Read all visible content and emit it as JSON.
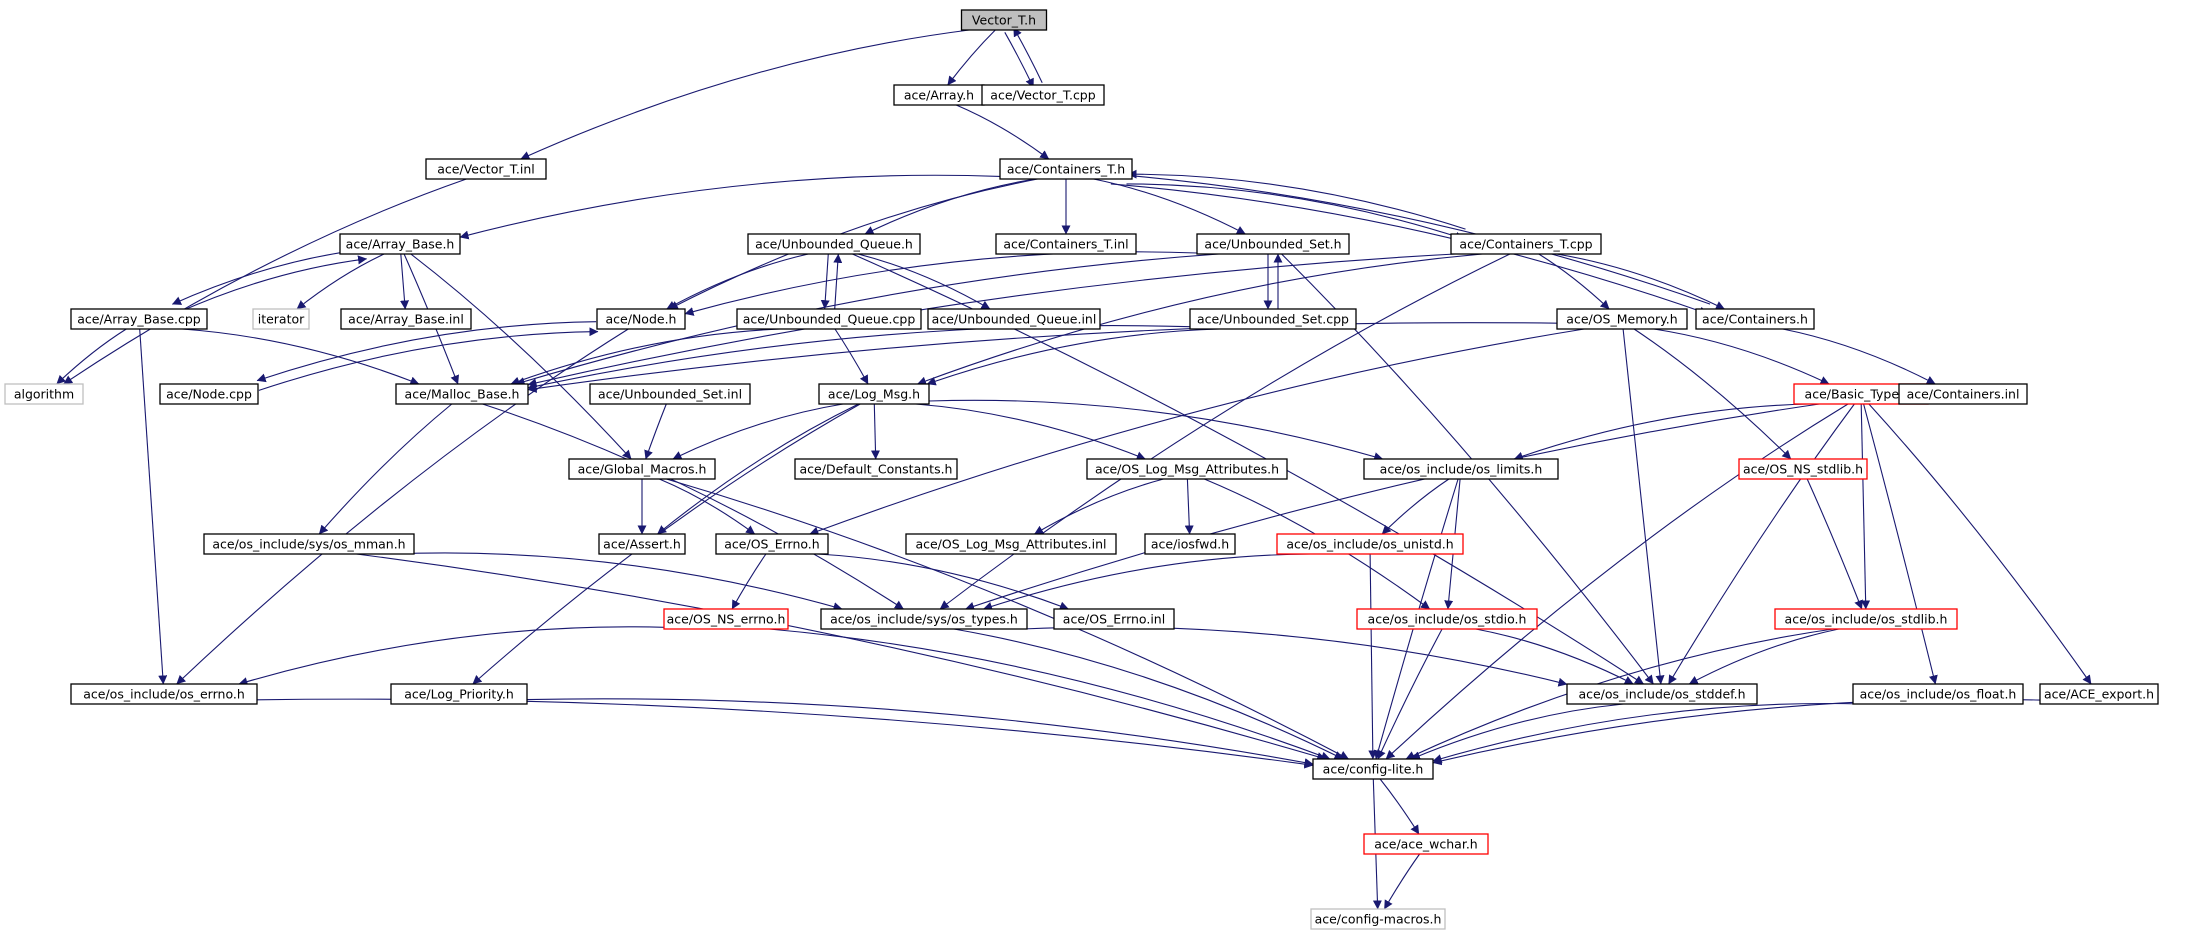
{
  "diagram": {
    "title": "",
    "colors": {
      "edge": "#191970",
      "root_fill": "#bfbfbf",
      "normal_border": "#000000",
      "truncated_border": "#ff0000",
      "external_border": "#bfbfbf"
    },
    "nodes": [
      {
        "id": "vector_t_h",
        "label": "Vector_T.h",
        "kind": "root"
      },
      {
        "id": "array_h",
        "label": "ace/Array.h",
        "kind": "normal"
      },
      {
        "id": "vector_t_cpp",
        "label": "ace/Vector_T.cpp",
        "kind": "normal"
      },
      {
        "id": "vector_t_inl",
        "label": "ace/Vector_T.inl",
        "kind": "normal"
      },
      {
        "id": "containers_t_h",
        "label": "ace/Containers_T.h",
        "kind": "normal"
      },
      {
        "id": "algorithm",
        "label": "algorithm",
        "kind": "external"
      },
      {
        "id": "array_base_h",
        "label": "ace/Array_Base.h",
        "kind": "normal"
      },
      {
        "id": "unbounded_queue_h",
        "label": "ace/Unbounded_Queue.h",
        "kind": "normal"
      },
      {
        "id": "containers_t_inl",
        "label": "ace/Containers_T.inl",
        "kind": "normal"
      },
      {
        "id": "unbounded_set_h",
        "label": "ace/Unbounded_Set.h",
        "kind": "normal"
      },
      {
        "id": "containers_t_cpp",
        "label": "ace/Containers_T.cpp",
        "kind": "normal"
      },
      {
        "id": "array_base_cpp",
        "label": "ace/Array_Base.cpp",
        "kind": "normal"
      },
      {
        "id": "iterator",
        "label": "iterator",
        "kind": "external"
      },
      {
        "id": "array_base_inl",
        "label": "ace/Array_Base.inl",
        "kind": "normal"
      },
      {
        "id": "node_h",
        "label": "ace/Node.h",
        "kind": "normal"
      },
      {
        "id": "unbounded_queue_cpp",
        "label": "ace/Unbounded_Queue.cpp",
        "kind": "normal"
      },
      {
        "id": "unbounded_queue_inl",
        "label": "ace/Unbounded_Queue.inl",
        "kind": "normal"
      },
      {
        "id": "unbounded_set_cpp",
        "label": "ace/Unbounded_Set.cpp",
        "kind": "normal"
      },
      {
        "id": "os_memory_h",
        "label": "ace/OS_Memory.h",
        "kind": "normal"
      },
      {
        "id": "containers_h",
        "label": "ace/Containers.h",
        "kind": "normal"
      },
      {
        "id": "node_cpp",
        "label": "ace/Node.cpp",
        "kind": "normal"
      },
      {
        "id": "malloc_base_h",
        "label": "ace/Malloc_Base.h",
        "kind": "normal"
      },
      {
        "id": "unbounded_set_inl",
        "label": "ace/Unbounded_Set.inl",
        "kind": "normal"
      },
      {
        "id": "log_msg_h",
        "label": "ace/Log_Msg.h",
        "kind": "normal"
      },
      {
        "id": "basic_types_h",
        "label": "ace/Basic_Types.h",
        "kind": "truncated"
      },
      {
        "id": "containers_inl",
        "label": "ace/Containers.inl",
        "kind": "normal"
      },
      {
        "id": "global_macros_h",
        "label": "ace/Global_Macros.h",
        "kind": "normal"
      },
      {
        "id": "default_constants_h",
        "label": "ace/Default_Constants.h",
        "kind": "normal"
      },
      {
        "id": "os_log_msg_attributes_h",
        "label": "ace/OS_Log_Msg_Attributes.h",
        "kind": "normal"
      },
      {
        "id": "os_limits_h",
        "label": "ace/os_include/os_limits.h",
        "kind": "normal"
      },
      {
        "id": "os_ns_stdlib_h",
        "label": "ace/OS_NS_stdlib.h",
        "kind": "truncated"
      },
      {
        "id": "os_mman_h",
        "label": "ace/os_include/sys/os_mman.h",
        "kind": "normal"
      },
      {
        "id": "assert_h",
        "label": "ace/Assert.h",
        "kind": "normal"
      },
      {
        "id": "os_errno_h_ace",
        "label": "ace/OS_Errno.h",
        "kind": "normal"
      },
      {
        "id": "os_log_msg_attributes_inl",
        "label": "ace/OS_Log_Msg_Attributes.inl",
        "kind": "normal"
      },
      {
        "id": "iosfwd_h",
        "label": "ace/iosfwd.h",
        "kind": "normal"
      },
      {
        "id": "os_unistd_h",
        "label": "ace/os_include/os_unistd.h",
        "kind": "truncated"
      },
      {
        "id": "os_ns_errno_h",
        "label": "ace/OS_NS_errno.h",
        "kind": "truncated"
      },
      {
        "id": "os_types_h",
        "label": "ace/os_include/sys/os_types.h",
        "kind": "normal"
      },
      {
        "id": "os_errno_inl",
        "label": "ace/OS_Errno.inl",
        "kind": "normal"
      },
      {
        "id": "os_stdio_h",
        "label": "ace/os_include/os_stdio.h",
        "kind": "truncated"
      },
      {
        "id": "os_stdlib_h",
        "label": "ace/os_include/os_stdlib.h",
        "kind": "truncated"
      },
      {
        "id": "os_errno_h",
        "label": "ace/os_include/os_errno.h",
        "kind": "normal"
      },
      {
        "id": "log_priority_h",
        "label": "ace/Log_Priority.h",
        "kind": "normal"
      },
      {
        "id": "os_stddef_h",
        "label": "ace/os_include/os_stddef.h",
        "kind": "normal"
      },
      {
        "id": "os_float_h",
        "label": "ace/os_include/os_float.h",
        "kind": "normal"
      },
      {
        "id": "ace_export_h",
        "label": "ace/ACE_export.h",
        "kind": "normal"
      },
      {
        "id": "config_lite_h",
        "label": "ace/config-lite.h",
        "kind": "normal"
      },
      {
        "id": "ace_wchar_h",
        "label": "ace/ace_wchar.h",
        "kind": "truncated"
      },
      {
        "id": "config_macros_h",
        "label": "ace/config-macros.h",
        "kind": "external"
      }
    ],
    "edges": [
      {
        "from": "vector_t_h",
        "to": "array_h"
      },
      {
        "from": "vector_t_h",
        "to": "vector_t_cpp"
      },
      {
        "from": "vector_t_cpp",
        "to": "vector_t_h"
      },
      {
        "from": "vector_t_h",
        "to": "vector_t_inl"
      },
      {
        "from": "vector_t_inl",
        "to": "algorithm"
      },
      {
        "from": "array_h",
        "to": "containers_t_h"
      },
      {
        "from": "containers_t_h",
        "to": "array_base_h"
      },
      {
        "from": "containers_t_h",
        "to": "unbounded_queue_h"
      },
      {
        "from": "containers_t_h",
        "to": "containers_t_inl"
      },
      {
        "from": "containers_t_h",
        "to": "unbounded_set_h"
      },
      {
        "from": "containers_t_h",
        "to": "containers_t_cpp"
      },
      {
        "from": "containers_t_h",
        "to": "node_h"
      },
      {
        "from": "containers_t_h",
        "to": "containers_h"
      },
      {
        "from": "containers_t_cpp",
        "to": "containers_t_h"
      },
      {
        "from": "containers_h",
        "to": "containers_t_h"
      },
      {
        "from": "array_base_h",
        "to": "array_base_cpp"
      },
      {
        "from": "array_base_cpp",
        "to": "array_base_h"
      },
      {
        "from": "array_base_h",
        "to": "iterator"
      },
      {
        "from": "array_base_h",
        "to": "array_base_inl"
      },
      {
        "from": "array_base_h",
        "to": "malloc_base_h"
      },
      {
        "from": "array_base_h",
        "to": "global_macros_h"
      },
      {
        "from": "array_base_cpp",
        "to": "algorithm"
      },
      {
        "from": "array_base_cpp",
        "to": "malloc_base_h"
      },
      {
        "from": "array_base_cpp",
        "to": "os_errno_h"
      },
      {
        "from": "unbounded_queue_h",
        "to": "node_h"
      },
      {
        "from": "unbounded_queue_h",
        "to": "unbounded_queue_cpp"
      },
      {
        "from": "unbounded_queue_cpp",
        "to": "unbounded_queue_h"
      },
      {
        "from": "unbounded_queue_h",
        "to": "unbounded_queue_inl"
      },
      {
        "from": "unbounded_queue_h",
        "to": "os_stddef_h"
      },
      {
        "from": "unbounded_set_h",
        "to": "node_h"
      },
      {
        "from": "unbounded_set_h",
        "to": "unbounded_set_cpp"
      },
      {
        "from": "unbounded_set_cpp",
        "to": "unbounded_set_h"
      },
      {
        "from": "unbounded_set_h",
        "to": "malloc_base_h"
      },
      {
        "from": "unbounded_set_h",
        "to": "os_stddef_h"
      },
      {
        "from": "containers_t_cpp",
        "to": "malloc_base_h"
      },
      {
        "from": "containers_t_cpp",
        "to": "os_memory_h"
      },
      {
        "from": "containers_t_cpp",
        "to": "containers_h"
      },
      {
        "from": "containers_t_cpp",
        "to": "log_msg_h"
      },
      {
        "from": "containers_t_cpp",
        "to": "os_types_h"
      },
      {
        "from": "containers_h",
        "to": "containers_inl"
      },
      {
        "from": "node_h",
        "to": "node_cpp"
      },
      {
        "from": "node_cpp",
        "to": "node_h"
      },
      {
        "from": "node_h",
        "to": "os_errno_h"
      },
      {
        "from": "unbounded_queue_cpp",
        "to": "malloc_base_h"
      },
      {
        "from": "unbounded_queue_cpp",
        "to": "log_msg_h"
      },
      {
        "from": "unbounded_set_cpp",
        "to": "malloc_base_h"
      },
      {
        "from": "unbounded_set_cpp",
        "to": "log_msg_h"
      },
      {
        "from": "os_memory_h",
        "to": "malloc_base_h"
      },
      {
        "from": "os_memory_h",
        "to": "basic_types_h"
      },
      {
        "from": "os_memory_h",
        "to": "os_ns_stdlib_h"
      },
      {
        "from": "os_memory_h",
        "to": "os_errno_h_ace"
      },
      {
        "from": "os_memory_h",
        "to": "os_stddef_h"
      },
      {
        "from": "malloc_base_h",
        "to": "os_mman_h"
      },
      {
        "from": "malloc_base_h",
        "to": "os_types_h"
      },
      {
        "from": "unbounded_set_inl",
        "to": "global_macros_h"
      },
      {
        "from": "log_msg_h",
        "to": "global_macros_h"
      },
      {
        "from": "log_msg_h",
        "to": "default_constants_h"
      },
      {
        "from": "log_msg_h",
        "to": "os_log_msg_attributes_h"
      },
      {
        "from": "log_msg_h",
        "to": "os_limits_h"
      },
      {
        "from": "log_msg_h",
        "to": "assert_h"
      },
      {
        "from": "log_msg_h",
        "to": "log_priority_h"
      },
      {
        "from": "basic_types_h",
        "to": "os_limits_h"
      },
      {
        "from": "basic_types_h",
        "to": "os_types_h"
      },
      {
        "from": "basic_types_h",
        "to": "os_stdlib_h"
      },
      {
        "from": "basic_types_h",
        "to": "os_stddef_h"
      },
      {
        "from": "basic_types_h",
        "to": "os_float_h"
      },
      {
        "from": "basic_types_h",
        "to": "ace_export_h"
      },
      {
        "from": "basic_types_h",
        "to": "config_lite_h"
      },
      {
        "from": "global_macros_h",
        "to": "assert_h"
      },
      {
        "from": "global_macros_h",
        "to": "os_errno_h_ace"
      },
      {
        "from": "global_macros_h",
        "to": "config_lite_h"
      },
      {
        "from": "os_log_msg_attributes_h",
        "to": "os_log_msg_attributes_inl"
      },
      {
        "from": "os_log_msg_attributes_h",
        "to": "iosfwd_h"
      },
      {
        "from": "os_log_msg_attributes_h",
        "to": "os_stdio_h"
      },
      {
        "from": "os_limits_h",
        "to": "os_unistd_h"
      },
      {
        "from": "os_limits_h",
        "to": "os_stdio_h"
      },
      {
        "from": "os_limits_h",
        "to": "config_lite_h"
      },
      {
        "from": "os_ns_stdlib_h",
        "to": "os_stdlib_h"
      },
      {
        "from": "os_mman_h",
        "to": "os_types_h"
      },
      {
        "from": "os_mman_h",
        "to": "config_lite_h"
      },
      {
        "from": "os_errno_h_ace",
        "to": "os_ns_errno_h"
      },
      {
        "from": "os_errno_h_ace",
        "to": "os_errno_inl"
      },
      {
        "from": "os_unistd_h",
        "to": "os_types_h"
      },
      {
        "from": "os_unistd_h",
        "to": "config_lite_h"
      },
      {
        "from": "os_ns_errno_h",
        "to": "os_errno_h"
      },
      {
        "from": "os_ns_errno_h",
        "to": "config_lite_h"
      },
      {
        "from": "os_types_h",
        "to": "os_stddef_h"
      },
      {
        "from": "os_types_h",
        "to": "config_lite_h"
      },
      {
        "from": "os_stdio_h",
        "to": "os_stddef_h"
      },
      {
        "from": "os_stdio_h",
        "to": "config_lite_h"
      },
      {
        "from": "os_stdlib_h",
        "to": "os_stddef_h"
      },
      {
        "from": "os_stdlib_h",
        "to": "config_lite_h"
      },
      {
        "from": "os_errno_h",
        "to": "config_lite_h"
      },
      {
        "from": "log_priority_h",
        "to": "config_lite_h"
      },
      {
        "from": "os_stddef_h",
        "to": "config_lite_h"
      },
      {
        "from": "os_float_h",
        "to": "config_lite_h"
      },
      {
        "from": "ace_export_h",
        "to": "config_lite_h"
      },
      {
        "from": "config_lite_h",
        "to": "ace_wchar_h"
      },
      {
        "from": "config_lite_h",
        "to": "config_macros_h"
      },
      {
        "from": "ace_wchar_h",
        "to": "config_macros_h"
      }
    ]
  }
}
